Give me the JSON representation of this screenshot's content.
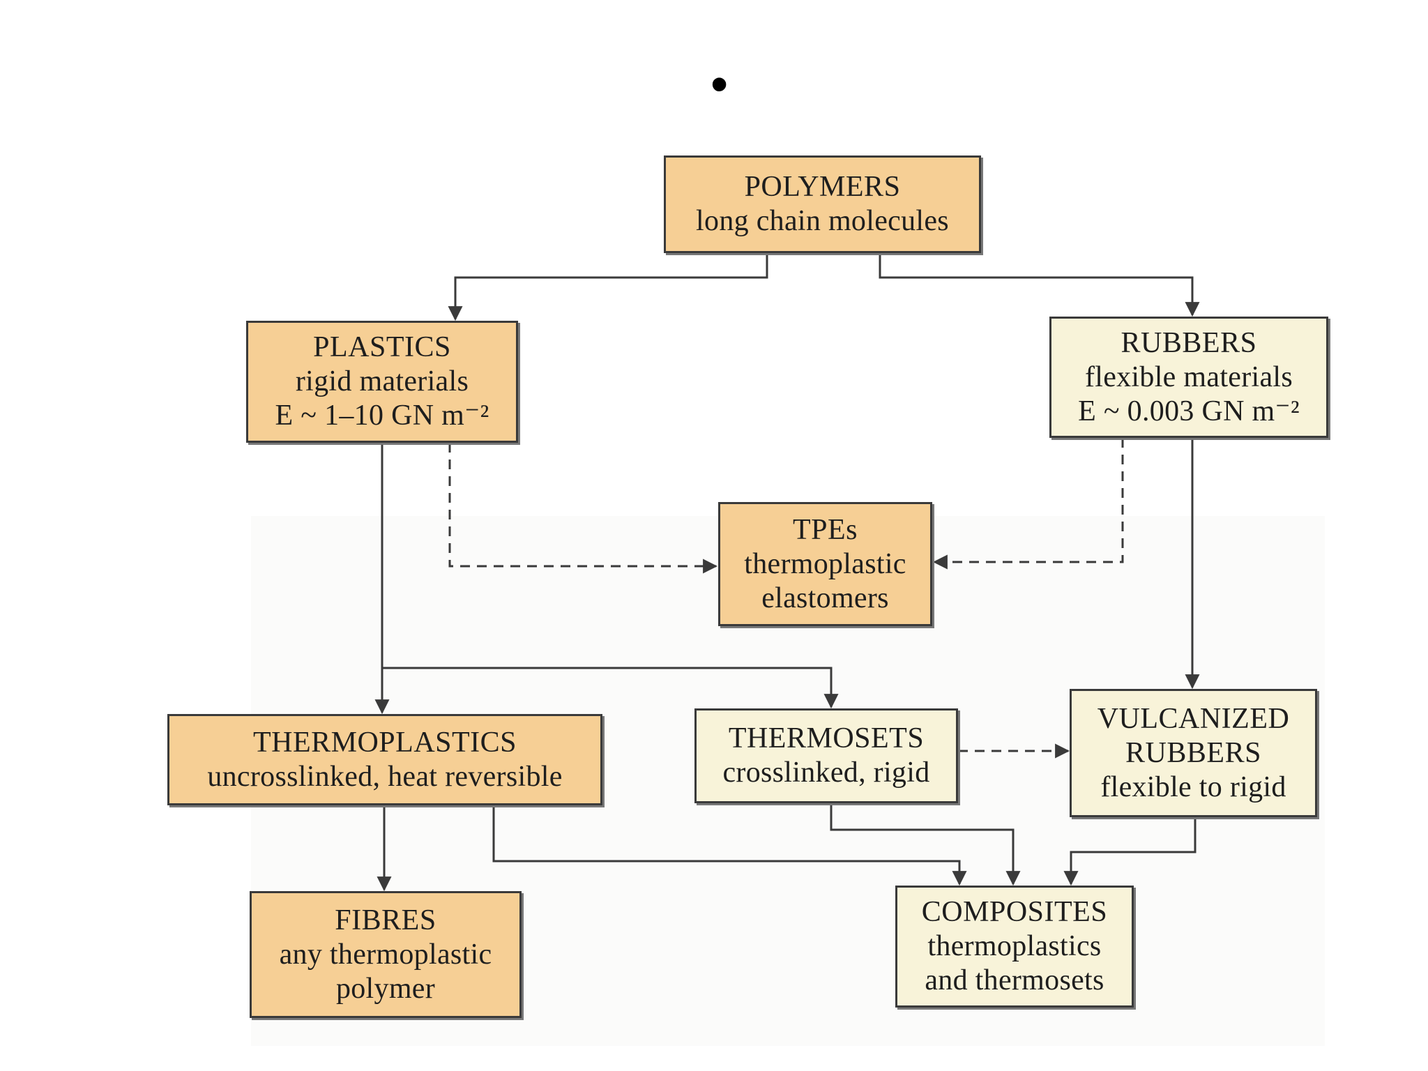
{
  "header": {
    "bullet": "•"
  },
  "nodes": {
    "polymers": {
      "lines": [
        "POLYMERS",
        "long chain molecules"
      ]
    },
    "plastics": {
      "lines": [
        "PLASTICS",
        "rigid materials",
        "E ~ 1–10 GN m⁻²"
      ]
    },
    "rubbers": {
      "lines": [
        "RUBBERS",
        "flexible materials",
        "E ~ 0.003 GN m⁻²"
      ]
    },
    "tpes": {
      "lines": [
        "TPEs",
        "thermoplastic",
        "elastomers"
      ]
    },
    "thermoplastics": {
      "lines": [
        "THERMOPLASTICS",
        "uncrosslinked, heat reversible"
      ]
    },
    "thermosets": {
      "lines": [
        "THERMOSETS",
        "crosslinked, rigid"
      ]
    },
    "vulcanized": {
      "lines": [
        "VULCANIZED",
        "RUBBERS",
        "flexible to rigid"
      ]
    },
    "fibres": {
      "lines": [
        "FIBRES",
        "any thermoplastic",
        "polymer"
      ]
    },
    "composites": {
      "lines": [
        "COMPOSITES",
        "thermoplastics",
        "and thermosets"
      ]
    }
  },
  "colors": {
    "tan": "#f6cf95",
    "cream": "#f8f3d9",
    "line": "#3a3a3a"
  }
}
